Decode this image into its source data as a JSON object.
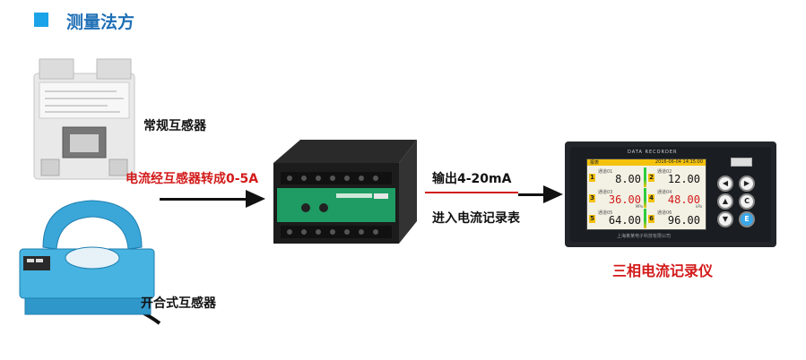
{
  "header": {
    "title": "测量法方"
  },
  "labels": {
    "ct_standard": "常规互感器",
    "ct_split_core": "开合式互感器",
    "convert_text": "电流经互感器转成0-5A",
    "output_text": "输出4-20mA",
    "input_text": "进入电流记录表",
    "recorder_caption": "三相电流记录仪"
  },
  "recorder": {
    "header": "DATA RECORDER",
    "screen_title": "报表",
    "datetime": "2016-06-04 14:15:00",
    "footer": "上海某某电子科技有限公司",
    "buttons": [
      "◀",
      "▶",
      "▲",
      "C",
      "▼",
      "E"
    ],
    "channels": [
      {
        "num": "1",
        "name": "通道01",
        "value": "8.00",
        "unit": "",
        "color": "#111111"
      },
      {
        "num": "2",
        "name": "通道02",
        "value": "12.00",
        "unit": "",
        "color": "#111111"
      },
      {
        "num": "3",
        "name": "通道03",
        "value": "36.00",
        "unit": "MPa",
        "color": "#d31a1a"
      },
      {
        "num": "4",
        "name": "通道04",
        "value": "48.00",
        "unit": "kPa",
        "color": "#d31a1a"
      },
      {
        "num": "5",
        "name": "通道05",
        "value": "64.00",
        "unit": "",
        "color": "#111111"
      },
      {
        "num": "6",
        "name": "通道06",
        "value": "96.00",
        "unit": "",
        "color": "#111111"
      }
    ]
  },
  "colors": {
    "accent": "#1aa3e8",
    "title": "#1e6fb5",
    "red": "#d31a1a",
    "transducer_green": "#1e9c63",
    "sensor_blue": "#3aa7d8"
  }
}
